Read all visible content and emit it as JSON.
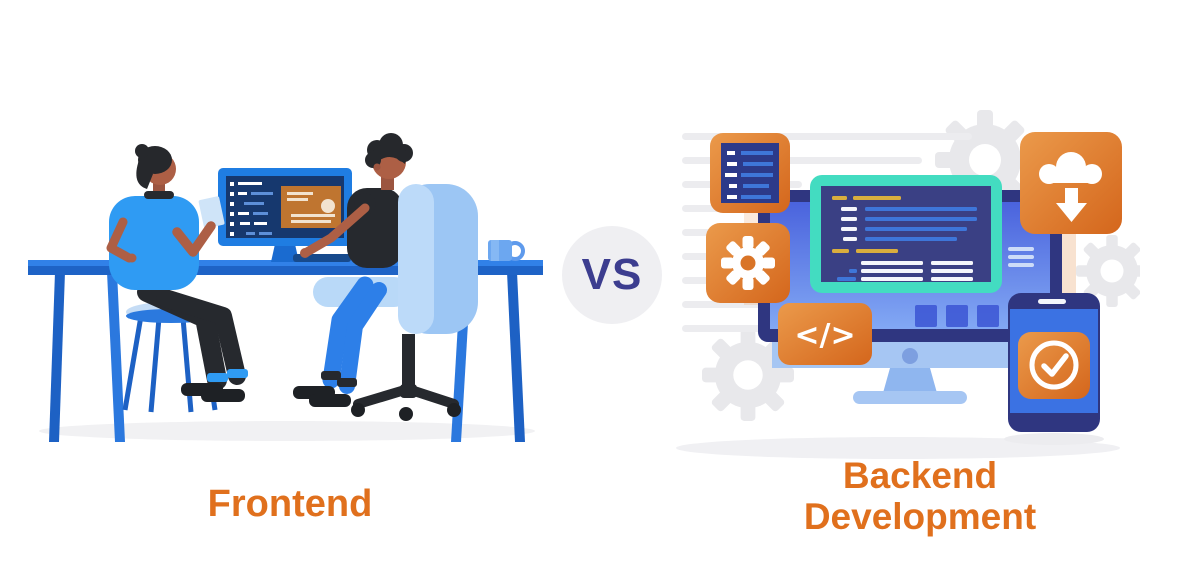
{
  "comparison": {
    "left": {
      "label": "Frontend"
    },
    "versus": {
      "label": "VS"
    },
    "right": {
      "label": "Backend Development",
      "code_glyph": "</>"
    }
  },
  "colors": {
    "label_orange": "#e0701d",
    "versus_navy": "#3c3d8f",
    "versus_circle_gray": "#efeff2",
    "desk_blue": "#2b78de",
    "monitor_frame_blue": "#1f7de2",
    "screen_navy": "#16386e",
    "card_orange": "#bf7530",
    "shirt_blue": "#2f9bf3",
    "chair_light_blue": "#b9d9f8",
    "jeans_blue": "#2d7fe8",
    "skin": "#ad5f45",
    "backend_bezel_navy": "#2f3680",
    "backend_screen_blue": "#5c7fe9",
    "teal_accent": "#43dcc1",
    "icon_orange": "#d97427",
    "code_yellow": "#d9ae3e",
    "code_blue": "#3e76d9",
    "gear_gray": "#e8e8eb",
    "background": "#ffffff"
  },
  "icons": {
    "backend": [
      "code-block-icon",
      "gear-icon",
      "code-tag-icon",
      "cloud-download-icon",
      "check-circle-icon",
      "smartphone",
      "backend-monitor",
      "code-window",
      "background-gears"
    ],
    "frontend": [
      "desk",
      "monitor",
      "developer-1",
      "developer-2",
      "stool",
      "office-chair",
      "coffee-mug",
      "keyboard"
    ]
  }
}
